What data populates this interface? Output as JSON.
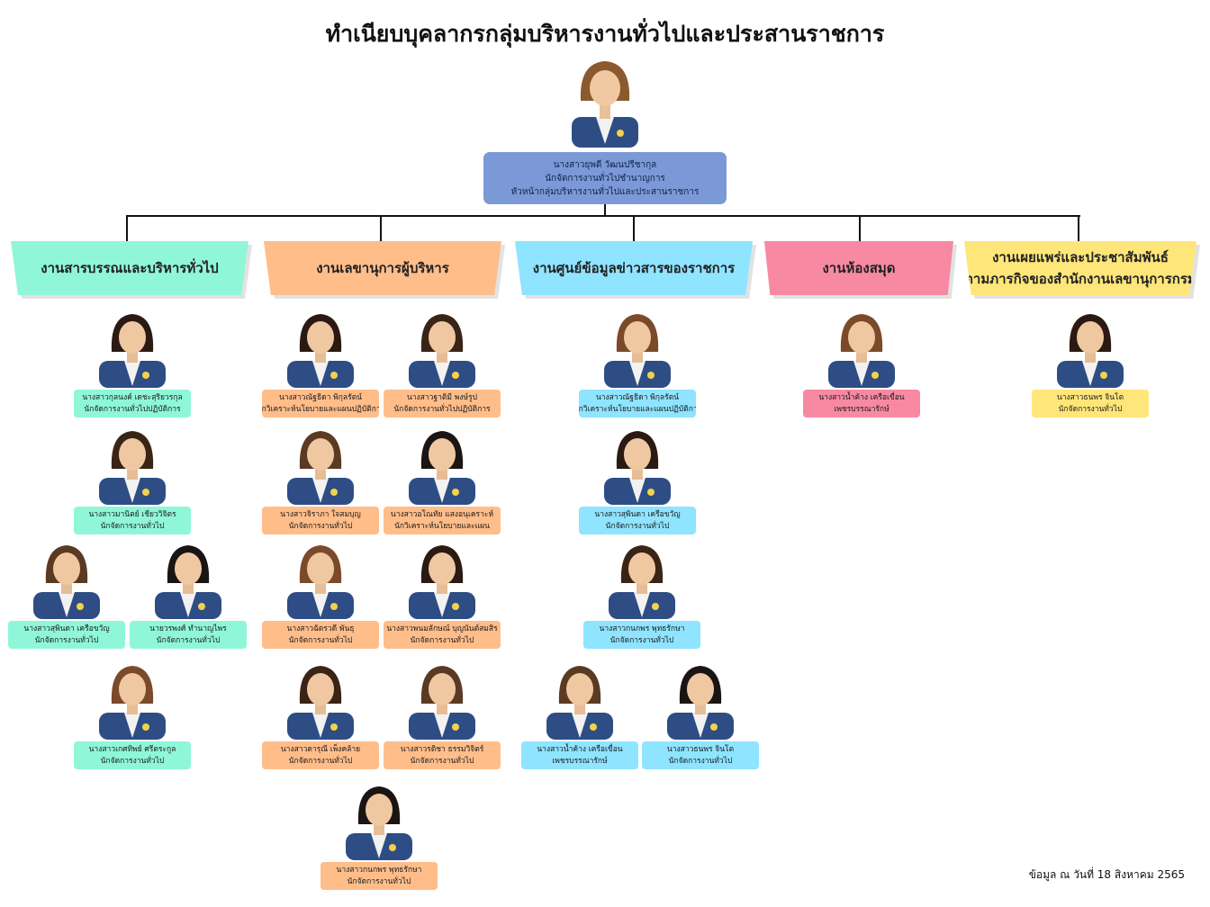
{
  "title": "ทำเนียบบุคลากรกลุ่มบริหารงานทั่วไปและประสานราชการ",
  "head": {
    "name": "นางสาวยุพดี วัฒนปรีชากุล",
    "position": "นักจัดการงานทั่วไปชำนาญการ",
    "role": "หัวหน้ากลุ่มบริหารงานทั่วไปและประสานราชการ"
  },
  "departments": [
    {
      "line1": "งานสารบรรณและบริหารทั่วไป",
      "line2": "",
      "color": "#8ff7d8"
    },
    {
      "line1": "งานเลขานุการผู้บริหาร",
      "line2": "",
      "color": "#ffbd8a"
    },
    {
      "line1": "งานศูนย์ข้อมูลข่าวสารของราชการ",
      "line2": "",
      "color": "#8fe4ff"
    },
    {
      "line1": "งานห้องสมุด",
      "line2": "",
      "color": "#f78aa2"
    },
    {
      "line1": "งานเผยแพร่และประชาสัมพันธ์",
      "line2": "ตามภารกิจของสำนักงานเลขานุการกรม",
      "color": "#ffe67a"
    }
  ],
  "staff": [
    {
      "name": "นางสาวกุลนงค์ เดชะสุริยวรกุล",
      "position": "นักจัดการงานทั่วไปปฏิบัติการ"
    },
    {
      "name": "นางสาวมานิตย์  เชียววิจิตร",
      "position": "นักจัดการงานทั่วไป"
    },
    {
      "name": "นางสาวสุพินดา เครือขวัญ",
      "position": "นักจัดการงานทั่วไป"
    },
    {
      "name": "นายวรพงศ์ ทำนาญไพร",
      "position": "นักจัดการงานทั่วไป"
    },
    {
      "name": "นางสาวเกศทิพย์ ศรีตระกูล",
      "position": "นักจัดการงานทั่วไป"
    },
    {
      "name": "นางสาวณัฐธิดา พิกุลรัตน์",
      "position": "นักวิเคราะห์นโยบายและแผนปฏิบัติการ"
    },
    {
      "name": "นางสาวฐาติมี พงษ์รูป",
      "position": "นักจัดการงานทั่วไปปฏิบัติการ"
    },
    {
      "name": "นางสาวจิราภา  ใจสมบุญ",
      "position": "นักจัดการงานทั่วไป"
    },
    {
      "name": "นางสาวอโณทัย แสงอนุเคราะห์",
      "position": "นักวิเคราะห์นโยบายและแผน"
    },
    {
      "name": "นางสาวฉัตรวดี พันธุ",
      "position": "นักจัดการงานทั่วไป"
    },
    {
      "name": "นางสาวพนมลักษณ์ บุญนันต์สมสิร",
      "position": "นักจัดการงานทั่วไป"
    },
    {
      "name": "นางสาวดารุณี เพ็งคล้าย",
      "position": "นักจัดการงานทั่วไป"
    },
    {
      "name": "นางสาวรติชา ธรรมวิจิตร์",
      "position": "นักจัดการงานทั่วไป"
    },
    {
      "name": "นางสาวกนกพร พุทธรักษา",
      "position": "นักจัดการงานทั่วไป"
    },
    {
      "name": "นางสาวณัฐธิดา พิกุลรัตน์",
      "position": "นักวิเคราะห์นโยบายและแผนปฏิบัติการ"
    },
    {
      "name": "นางสาวสุพินดา เครือขวัญ",
      "position": "นักจัดการงานทั่วไป"
    },
    {
      "name": "นางสาวกนกพร พุทธรักษา",
      "position": "นักจัดการงานทั่วไป"
    },
    {
      "name": "นางสาวน้ำค้าง เครือเขื่อน",
      "position": "เพชรบรรณารักษ์"
    },
    {
      "name": "นางสาวธนพร จินโต",
      "position": "นักจัดการงานทั่วไป"
    },
    {
      "name": "นางสาวน้ำค้าง เครือเขื่อน",
      "position": "เพชรบรรณารักษ์"
    },
    {
      "name": "นางสาวธนพร จินโต",
      "position": "นักจัดการงานทั่วไป"
    }
  ],
  "footer": "ข้อมูล ณ วันที่ 18 สิงหาคม 2565"
}
